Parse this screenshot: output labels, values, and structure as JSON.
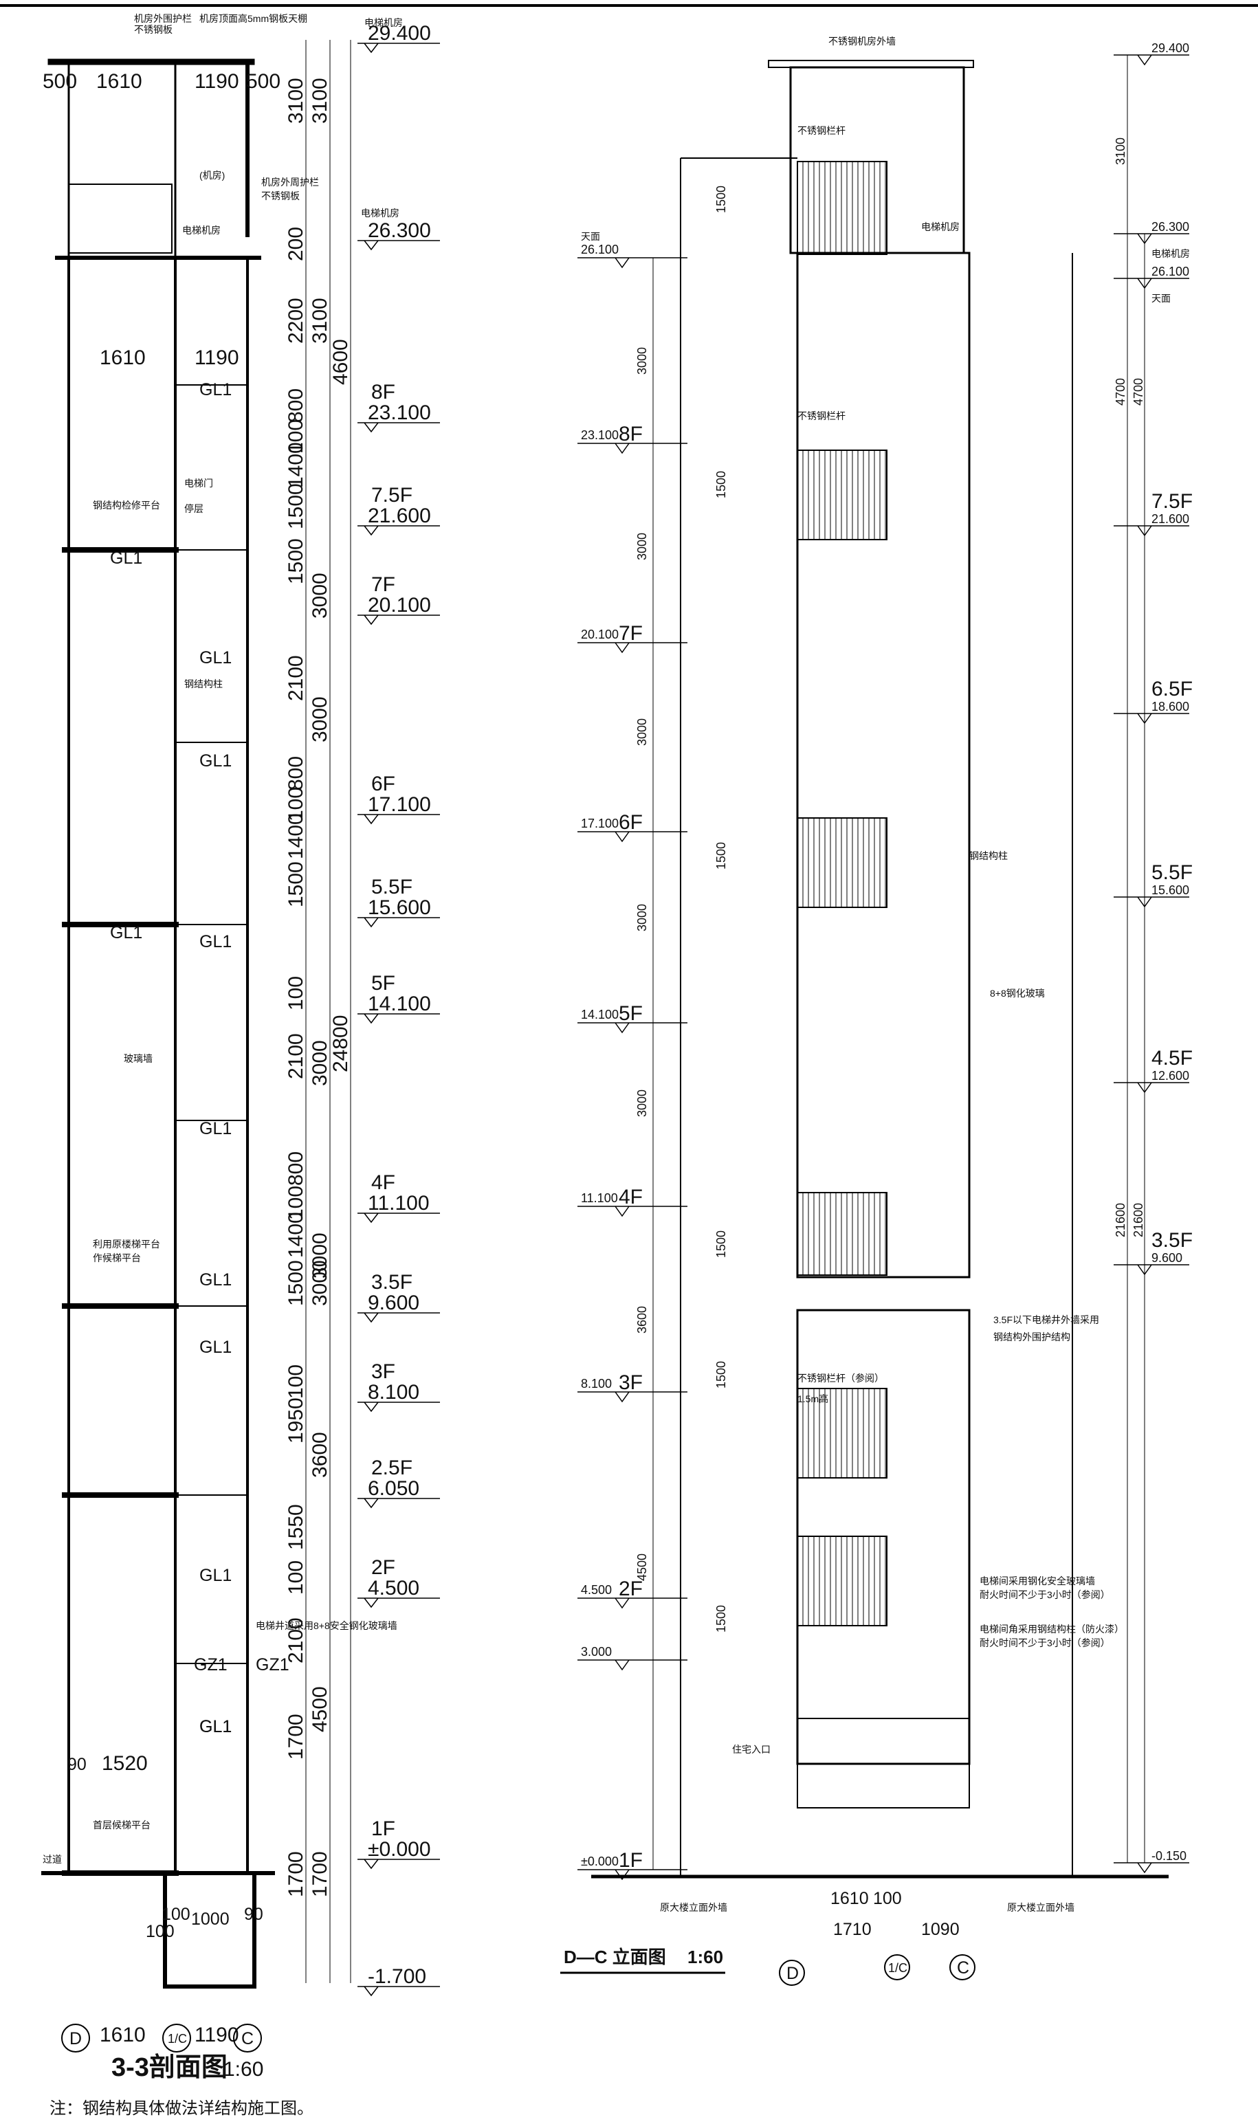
{
  "section_view": {
    "title": "3-3剖面图",
    "scale": "1:60",
    "top_dims": [
      "500",
      "1610",
      "1190",
      "500"
    ],
    "upper_dims": [
      "1610",
      "1190"
    ],
    "lower_dims": [
      "90",
      "1520"
    ],
    "pit_dims": [
      "100",
      "1000",
      "90",
      "100"
    ],
    "bottom_dims": [
      "1610",
      "1190"
    ],
    "axes": [
      "D",
      "1/C",
      "C"
    ],
    "level_tags": [
      {
        "floor": "",
        "elev": "29.400"
      },
      {
        "floor": "",
        "elev": "26.300",
        "note": "电梯机房"
      },
      {
        "floor": "8F",
        "elev": "23.100"
      },
      {
        "floor": "7.5F",
        "elev": "21.600"
      },
      {
        "floor": "7F",
        "elev": "20.100"
      },
      {
        "floor": "6F",
        "elev": "17.100"
      },
      {
        "floor": "5.5F",
        "elev": "15.600"
      },
      {
        "floor": "5F",
        "elev": "14.100"
      },
      {
        "floor": "4F",
        "elev": "11.100"
      },
      {
        "floor": "3.5F",
        "elev": "9.600"
      },
      {
        "floor": "3F",
        "elev": "8.100"
      },
      {
        "floor": "2.5F",
        "elev": "6.050"
      },
      {
        "floor": "2F",
        "elev": "4.500"
      },
      {
        "floor": "1F",
        "elev": "±0.000"
      },
      {
        "floor": "",
        "elev": "-1.700"
      }
    ],
    "dims_col1": [
      "3100",
      "200",
      "2200",
      "800",
      "100",
      "1400",
      "1500",
      "1500",
      "2100",
      "800",
      "100",
      "1400",
      "1500",
      "100",
      "2100",
      "800",
      "100",
      "1400",
      "1500",
      "100",
      "1950",
      "1550",
      "100",
      "2100",
      "1700",
      "1700"
    ],
    "dims_col2": [
      "3100",
      "3100",
      "3000",
      "3000",
      "3000",
      "3000",
      "3000",
      "3600",
      "4500",
      "1700"
    ],
    "dims_col3": [
      "4600",
      "24800"
    ],
    "labels": [
      "GL1",
      "GL1",
      "GL1",
      "GL1",
      "GL1",
      "GL1",
      "GL1",
      "GL1",
      "GL1",
      "GL1",
      "GL1",
      "GL1",
      "GZ1",
      "GZ1"
    ],
    "notes": [
      "机房外周护栏",
      "不锈钢板",
      "电梯机房",
      "(机房)",
      "电梯门",
      "停层",
      "钢结构检修平台",
      "钢结构柱",
      "玻璃墙",
      "利用原楼梯平台",
      "作候梯平台",
      "首层候梯平台",
      "过道",
      "电梯井道采用8+8安全钢化玻璃墙",
      "钢结构具体做法详结构施工图。"
    ],
    "top_notes": [
      "机房外围护栏",
      "不锈钢板",
      "机房顶面高5mm钢板天棚",
      "电梯机房"
    ],
    "note_footer": "注：钢结构具体做法详结构施工图。"
  },
  "elevation_view": {
    "title": "D—C 立面图",
    "scale": "1:60",
    "level_left": [
      {
        "floor": "",
        "elev": "26.100",
        "note": "天面"
      },
      {
        "floor": "8F",
        "elev": "23.100"
      },
      {
        "floor": "7F",
        "elev": "20.100"
      },
      {
        "floor": "6F",
        "elev": "17.100"
      },
      {
        "floor": "5F",
        "elev": "14.100"
      },
      {
        "floor": "4F",
        "elev": "11.100"
      },
      {
        "floor": "3F",
        "elev": "8.100"
      },
      {
        "floor": "2F",
        "elev": "4.500"
      },
      {
        "floor": "",
        "elev": "3.000"
      },
      {
        "floor": "1F",
        "elev": "±0.000"
      }
    ],
    "level_right": [
      {
        "floor": "",
        "elev": "29.400"
      },
      {
        "floor": "",
        "elev": "26.300",
        "note": "电梯机房"
      },
      {
        "floor": "",
        "elev": "26.100",
        "note": "天面"
      },
      {
        "floor": "7.5F",
        "elev": "21.600"
      },
      {
        "floor": "6.5F",
        "elev": "18.600"
      },
      {
        "floor": "5.5F",
        "elev": "15.600"
      },
      {
        "floor": "4.5F",
        "elev": "12.600"
      },
      {
        "floor": "3.5F",
        "elev": "9.600"
      },
      {
        "floor": "",
        "elev": "-0.150"
      }
    ],
    "dims_left": [
      "3000",
      "3000",
      "3000",
      "3000",
      "3000",
      "3600",
      "4500"
    ],
    "dims_railing": [
      "1500",
      "1500",
      "1500",
      "1500",
      "1500",
      "1500"
    ],
    "dims_right": [
      "3100",
      "4700",
      "4700",
      "21600",
      "21600"
    ],
    "bottom_dims": [
      "1610",
      "100",
      "1710",
      "1090"
    ],
    "axes": [
      "D",
      "1/C",
      "C"
    ],
    "notes": [
      "不锈钢机房外墙",
      "不锈钢栏杆",
      "电梯机房",
      "不锈钢栏杆",
      "钢结构柱",
      "8+8钢化玻璃",
      "3.5F以下电梯井外墙采用",
      "钢结构外围护结构",
      "不锈钢栏杆（参阅）",
      "1.5m高",
      "电梯间采用钢化安全玻璃墙",
      "耐火时间不少于3小时（参阅）",
      "电梯间角采用钢结构柱（防火漆）",
      "耐火时间不少于3小时（参阅）",
      "住宅入口",
      "原大楼立面外墙",
      "原大楼立面外墙"
    ]
  }
}
